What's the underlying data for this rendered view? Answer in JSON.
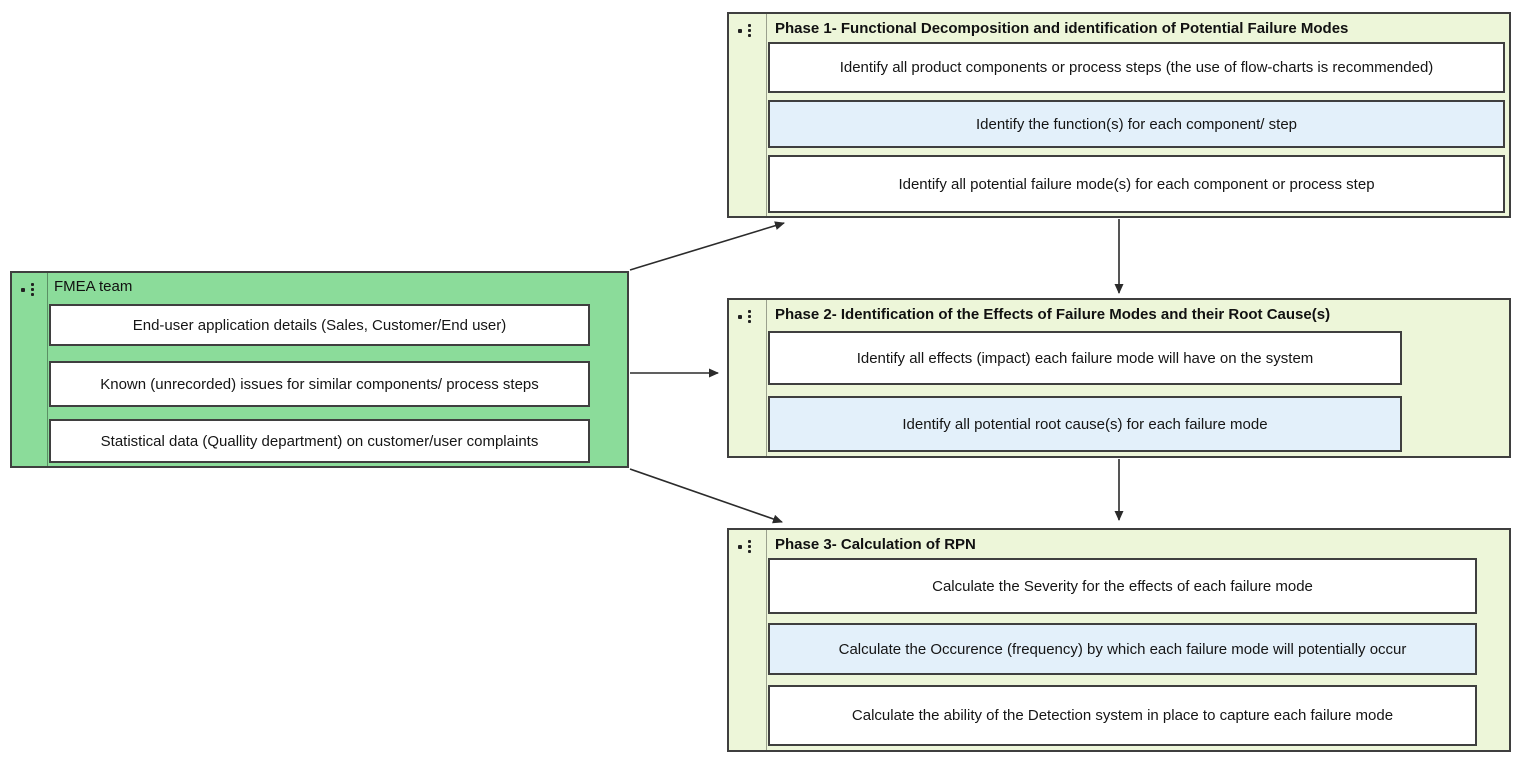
{
  "diagram": {
    "fmea_team": {
      "title": "FMEA team",
      "items": [
        "End-user application details (Sales, Customer/End user)",
        "Known (unrecorded) issues for similar components/ process steps",
        "Statistical data (Quallity department) on customer/user complaints"
      ]
    },
    "phases": [
      {
        "title": "Phase 1- Functional Decomposition and identification of Potential Failure Modes",
        "steps": [
          {
            "text": "Identify all product components or process steps (the use of flow-charts is recommended)",
            "highlight": false
          },
          {
            "text": "Identify the function(s) for each component/ step",
            "highlight": true
          },
          {
            "text": "Identify all potential failure mode(s) for each component or process step",
            "highlight": false
          }
        ]
      },
      {
        "title": "Phase 2- Identification of the Effects of Failure Modes and their Root Cause(s)",
        "steps": [
          {
            "text": "Identify all effects (impact) each failure mode will have on the system",
            "highlight": false
          },
          {
            "text": "Identify all potential root cause(s) for each failure mode",
            "highlight": true
          }
        ]
      },
      {
        "title": "Phase 3- Calculation of RPN",
        "steps": [
          {
            "text": "Calculate the Severity for the effects of each failure mode",
            "highlight": false
          },
          {
            "text": "Calculate the Occurence (frequency) by which each failure mode will potentially occur",
            "highlight": true
          },
          {
            "text": "Calculate the ability of the Detection system in place to capture each failure mode",
            "highlight": false
          }
        ]
      }
    ],
    "colors": {
      "team_fill": "#8bdc9a",
      "phase_fill": "#edf6d9",
      "highlight_fill": "#e3f0fa",
      "step_fill": "#ffffff",
      "border": "#3f3f3f",
      "arrow": "#2b2b2b"
    }
  }
}
